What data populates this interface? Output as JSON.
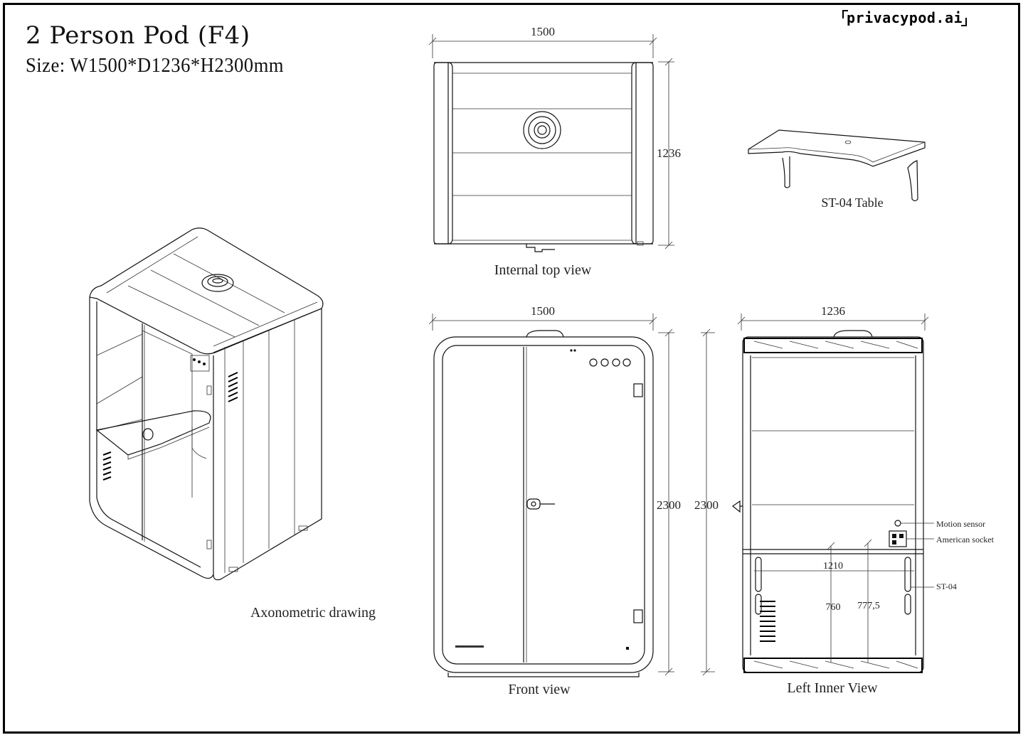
{
  "drawing": {
    "title": "2 Person Pod (F4)",
    "subtitle": "Size: W1500*D1236*H2300mm",
    "brand": "privacypod.ai"
  },
  "views": {
    "internal_top": {
      "label": "Internal top view",
      "width_dim": "1500",
      "depth_dim": "1236"
    },
    "table": {
      "label": "ST-04 Table"
    },
    "axonometric": {
      "label": "Axonometric drawing"
    },
    "front": {
      "label": "Front view",
      "width_dim": "1500",
      "height_dim": "2300"
    },
    "left_inner": {
      "label": "Left Inner View",
      "width_dim": "1236",
      "height_dim": "2300",
      "table_width": "1210",
      "table_height": "760",
      "table_height_alt": "777,5",
      "callouts": {
        "motion": "Motion sensor",
        "socket": "American  socket",
        "table": "ST-04"
      }
    }
  },
  "colors": {
    "line": "#111111",
    "background": "#ffffff"
  }
}
